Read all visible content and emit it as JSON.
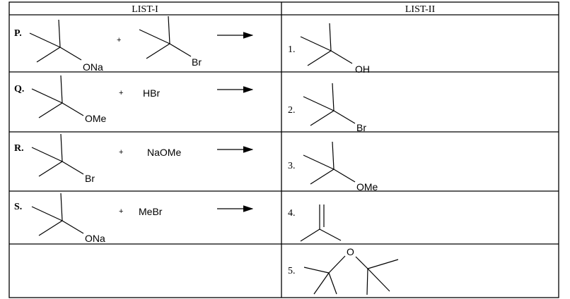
{
  "headers": {
    "list1": "LIST-I",
    "list2": "LIST-II"
  },
  "list1": [
    {
      "label": "P.",
      "reactant1_group": "ONa",
      "plus": "+",
      "reactant2_group": "Br"
    },
    {
      "label": "Q.",
      "reactant1_group": "OMe",
      "plus": "+",
      "reagent": "HBr"
    },
    {
      "label": "R.",
      "reactant1_group": "Br",
      "plus": "+",
      "reagent": "NaOMe"
    },
    {
      "label": "S.",
      "reactant1_group": "ONa",
      "plus": "+",
      "reagent": "MeBr"
    }
  ],
  "list2": [
    {
      "number": "1.",
      "group": "OH"
    },
    {
      "number": "2.",
      "group": "Br"
    },
    {
      "number": "3.",
      "group": "OMe"
    },
    {
      "number": "4."
    },
    {
      "number": "5.",
      "group": "O"
    }
  ]
}
